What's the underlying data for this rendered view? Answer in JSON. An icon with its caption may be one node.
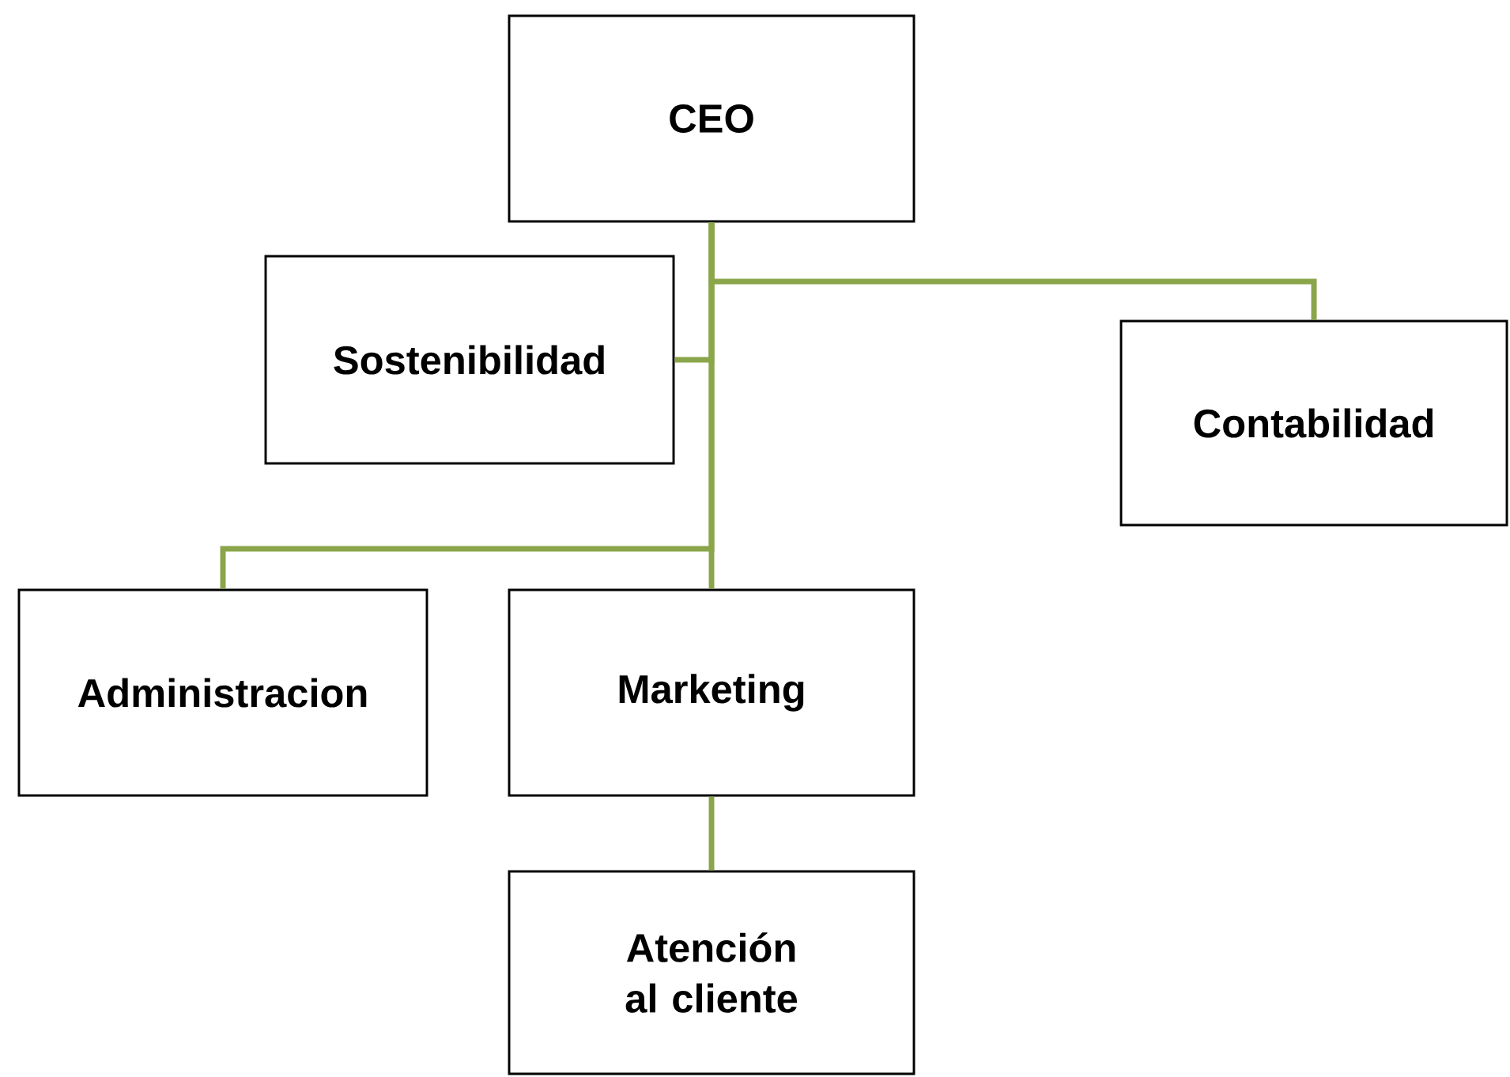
{
  "diagram": {
    "nodes": [
      {
        "text": [
          "CEO"
        ]
      },
      {
        "text": [
          "Sostenibilidad"
        ]
      },
      {
        "text": [
          "Contabilidad"
        ]
      },
      {
        "text": [
          "Administracion"
        ]
      },
      {
        "text": [
          "Marketing"
        ]
      },
      {
        "text": [
          "Atención al cliente"
        ]
      }
    ],
    "edges": [
      {
        "from": 0,
        "to": 1,
        "arrow": "none"
      },
      {
        "from": 0,
        "to": 2,
        "arrow": "none"
      },
      {
        "from": 0,
        "to": 3,
        "arrow": "none"
      },
      {
        "from": 0,
        "to": 4,
        "arrow": "none"
      },
      {
        "from": 4,
        "to": 5,
        "arrow": "none"
      }
    ]
  }
}
